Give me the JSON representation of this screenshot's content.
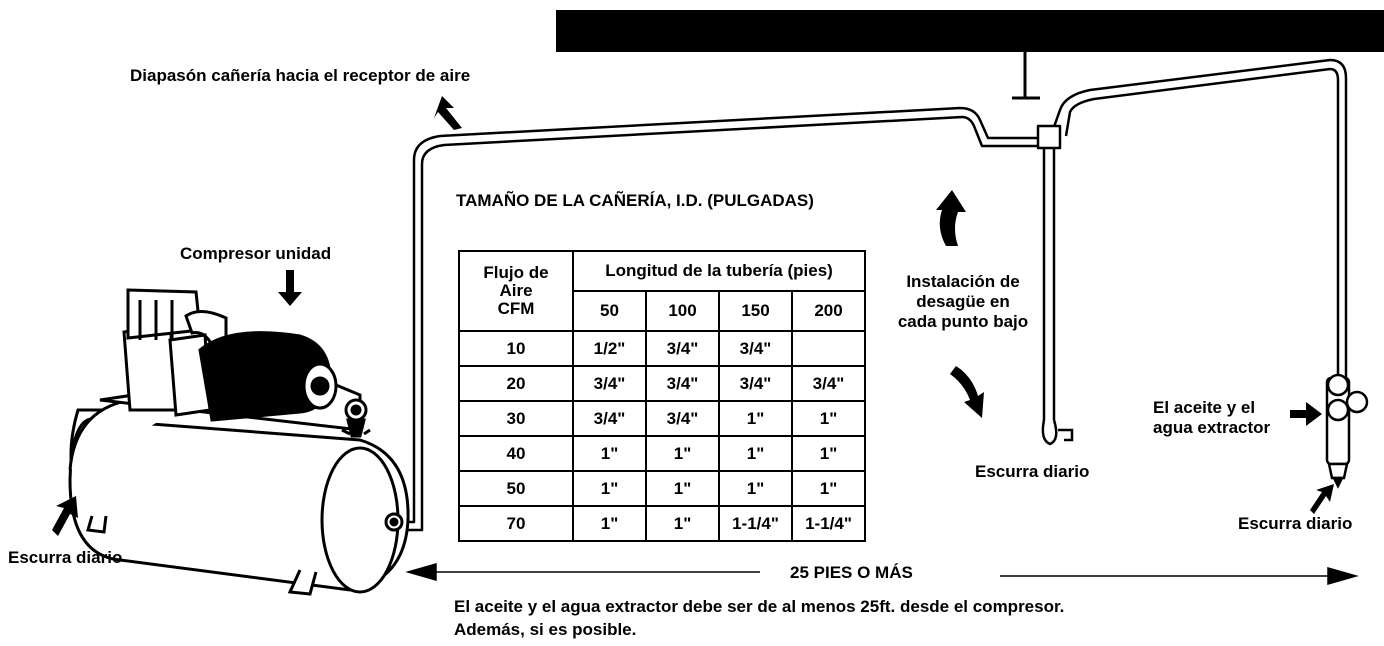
{
  "labels": {
    "pipe_slope": "Diapasón cañería hacia el receptor de aire",
    "compressor_unit": "Compresor unidad",
    "table_title": "TAMAÑO DE LA CAÑERÍA, I.D. (PULGADAS)",
    "drain_install": [
      "Instalación de",
      "desagüe en",
      "cada punto bajo"
    ],
    "drain_daily_left": "Escurra diario",
    "drain_daily_mid": "Escurra diario",
    "drain_daily_right": "Escurra diario",
    "extractor": [
      "El aceite y el",
      "agua extractor"
    ],
    "distance": "25 PIES O MÁS",
    "note_line1": "El aceite y el agua extractor debe ser de al menos 25ft. desde el compresor.",
    "note_line2": "Además, si es posible."
  },
  "table": {
    "flow_header": [
      "Flujo de",
      "Aire",
      "CFM"
    ],
    "length_header": "Longitud de la tubería (pies)",
    "lengths": [
      "50",
      "100",
      "150",
      "200"
    ],
    "rows": [
      {
        "cfm": "10",
        "values": [
          "1/2\"",
          "3/4\"",
          "3/4\"",
          ""
        ]
      },
      {
        "cfm": "20",
        "values": [
          "3/4\"",
          "3/4\"",
          "3/4\"",
          "3/4\""
        ]
      },
      {
        "cfm": "30",
        "values": [
          "3/4\"",
          "3/4\"",
          "1\"",
          "1\""
        ]
      },
      {
        "cfm": "40",
        "values": [
          "1\"",
          "1\"",
          "1\"",
          "1\""
        ]
      },
      {
        "cfm": "50",
        "values": [
          "1\"",
          "1\"",
          "1\"",
          "1\""
        ]
      },
      {
        "cfm": "70",
        "values": [
          "1\"",
          "1\"",
          "1-1/4\"",
          "1-1/4\""
        ]
      }
    ]
  }
}
